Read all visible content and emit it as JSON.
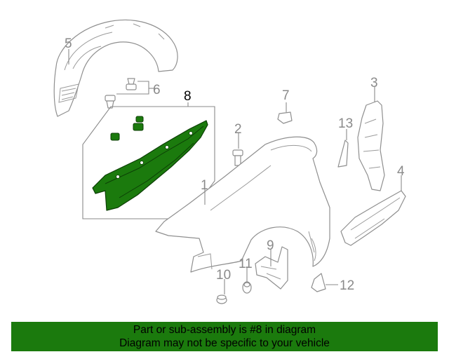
{
  "diagram": {
    "callouts": {
      "c1": "1",
      "c2": "2",
      "c3": "3",
      "c4": "4",
      "c5": "5",
      "c6": "6",
      "c7": "7",
      "c8": "8",
      "c9": "9",
      "c10": "10",
      "c11": "11",
      "c12": "12",
      "c13": "13"
    },
    "highlight_part": "8",
    "colors": {
      "highlight": "#1b7a0d",
      "line": "#8f8f8f",
      "banner": "#1b7a0d"
    }
  },
  "footer": {
    "line1": "Part or sub-assembly is #8 in diagram",
    "line2": "Diagram may not be specific to your vehicle"
  }
}
